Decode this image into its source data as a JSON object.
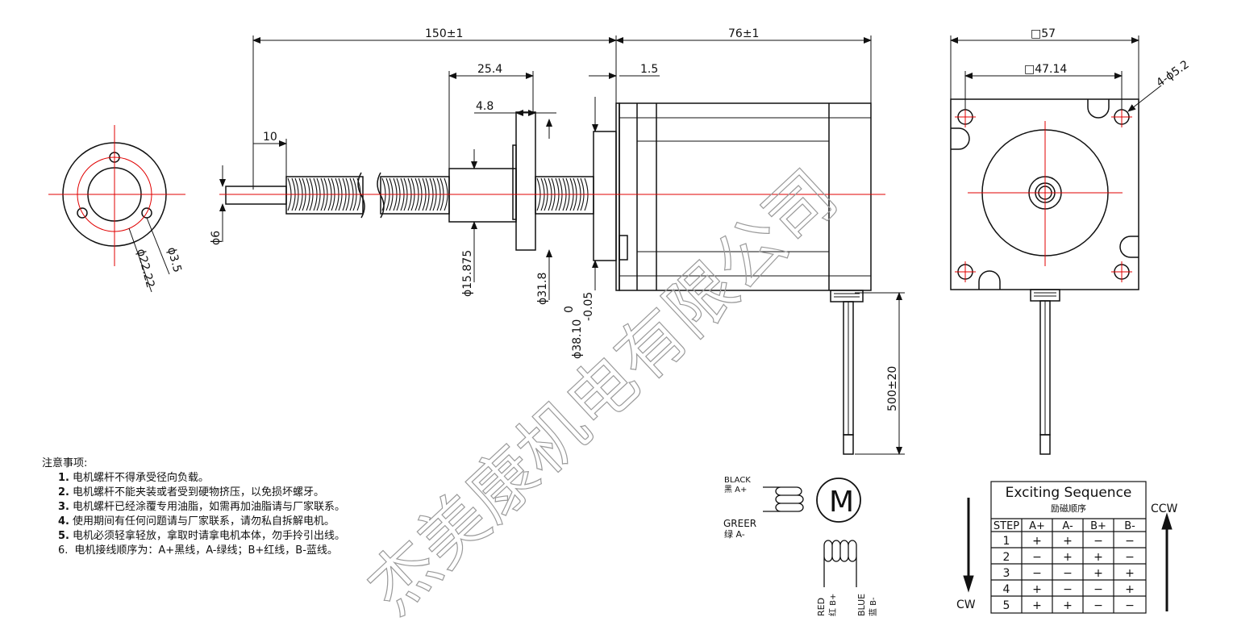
{
  "dimensions": {
    "total_length": "150±1",
    "motor_length": "76±1",
    "nut_length": "25.4",
    "flange_thickness": "4.8",
    "pilot_height": "1.5",
    "shaft_end_length": "10",
    "shaft_dia": "ϕ6",
    "nut_dia": "ϕ15.875",
    "flange_dia": "ϕ31.8",
    "pilot_dia": "ϕ38.10",
    "pilot_tol_upper": "0",
    "pilot_tol_lower": "-0.05",
    "lead_length": "500±20",
    "frame_size": "□57",
    "hole_spacing": "□47.14",
    "mount_holes": "4-ϕ5.2",
    "nut_pcd": "ϕ22.22",
    "nut_hole": "ϕ3.5"
  },
  "watermark": "杰美康机电有限公司",
  "notes": {
    "title": "注意事项:",
    "items": [
      {
        "num": "1.",
        "text": "电机螺杆不得承受径向负载。"
      },
      {
        "num": "2.",
        "text": "电机螺杆不能夹装或者受到硬物挤压，以免损坏螺牙。"
      },
      {
        "num": "3.",
        "text": "电机螺杆已经涂覆专用油脂，如需再加油脂请与厂家联系。"
      },
      {
        "num": "4.",
        "text": "使用期间有任何问题请与厂家联系，请勿私自拆解电机。"
      },
      {
        "num": "5.",
        "text": "电机必须轻拿轻放，拿取时请拿电机本体，勿手拎引出线。"
      },
      {
        "num": "6.",
        "text": "电机接线顺序为：A+黑线，A-绿线；B+红线，B-蓝线。"
      }
    ]
  },
  "wiring": {
    "black_en": "BLACK",
    "black_cn": "黑 A+",
    "green_en": "GREER",
    "green_cn": "绿 A-",
    "red_en": "RED",
    "red_cn": "红 B+",
    "blue_en": "BLUE",
    "blue_cn": "蓝 B-",
    "motor_symbol": "M"
  },
  "sequence": {
    "title": "Exciting Sequence",
    "subtitle": "励磁顺序",
    "headers": [
      "STEP",
      "A+",
      "A-",
      "B+",
      "B-"
    ],
    "rows": [
      [
        "1",
        "+",
        "+",
        "−",
        "−"
      ],
      [
        "2",
        "−",
        "+",
        "+",
        "−"
      ],
      [
        "3",
        "−",
        "−",
        "+",
        "+"
      ],
      [
        "4",
        "+",
        "−",
        "−",
        "+"
      ],
      [
        "5",
        "+",
        "+",
        "−",
        "−"
      ]
    ],
    "cw_label": "CW",
    "ccw_label": "CCW"
  }
}
